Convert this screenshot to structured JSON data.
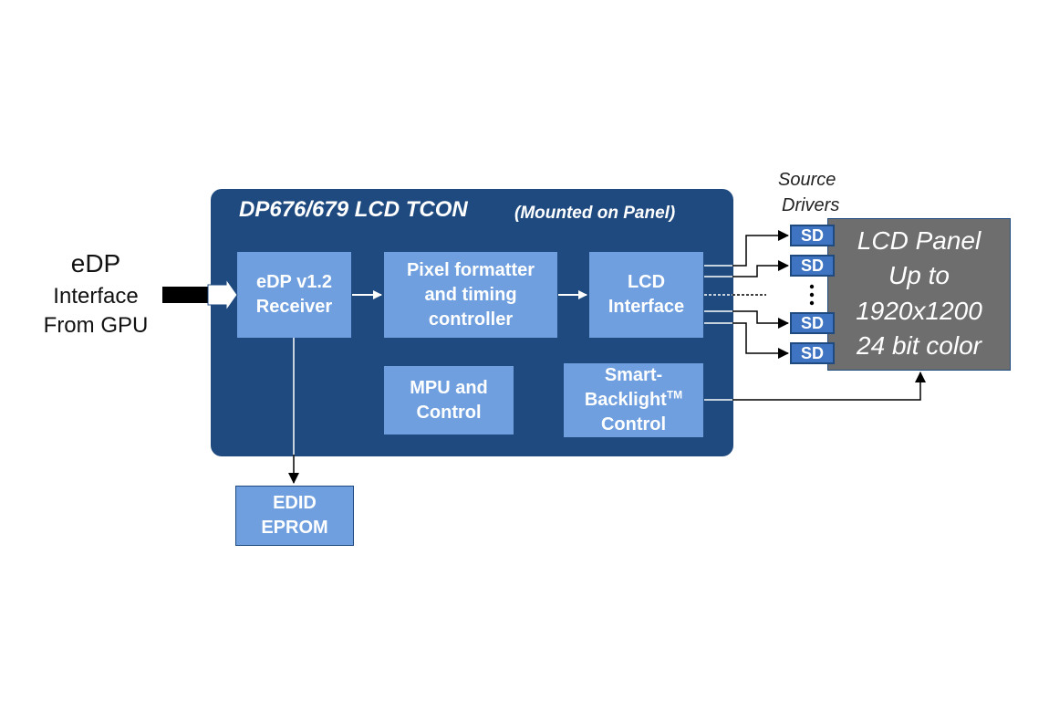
{
  "input": {
    "line1": "eDP",
    "line2": "Interface",
    "line3": "From GPU"
  },
  "tcon": {
    "title": "DP676/679 LCD TCON",
    "subtitle": "(Mounted on Panel)"
  },
  "blocks": {
    "receiver": [
      "eDP v1.2",
      "Receiver"
    ],
    "pixel": [
      "Pixel formatter",
      "and timing",
      "controller"
    ],
    "lcd_if": [
      "LCD",
      "Interface"
    ],
    "mpu": [
      "MPU and",
      "Control"
    ],
    "backlight": [
      "Smart-",
      "Backlight",
      "TM",
      "Control"
    ],
    "edid": [
      "EDID",
      "EPROM"
    ]
  },
  "source_drivers": {
    "label": [
      "Source",
      "Drivers"
    ],
    "sd": [
      "SD",
      "SD",
      "SD",
      "SD"
    ]
  },
  "panel": {
    "lines": [
      "LCD Panel",
      "Up to",
      "1920x1200",
      "24 bit color"
    ]
  },
  "colors": {
    "tcon": "#1f4a7f",
    "block": "#6f9fdf",
    "sd": "#3f74c2",
    "panel": "#6e6e6e"
  }
}
